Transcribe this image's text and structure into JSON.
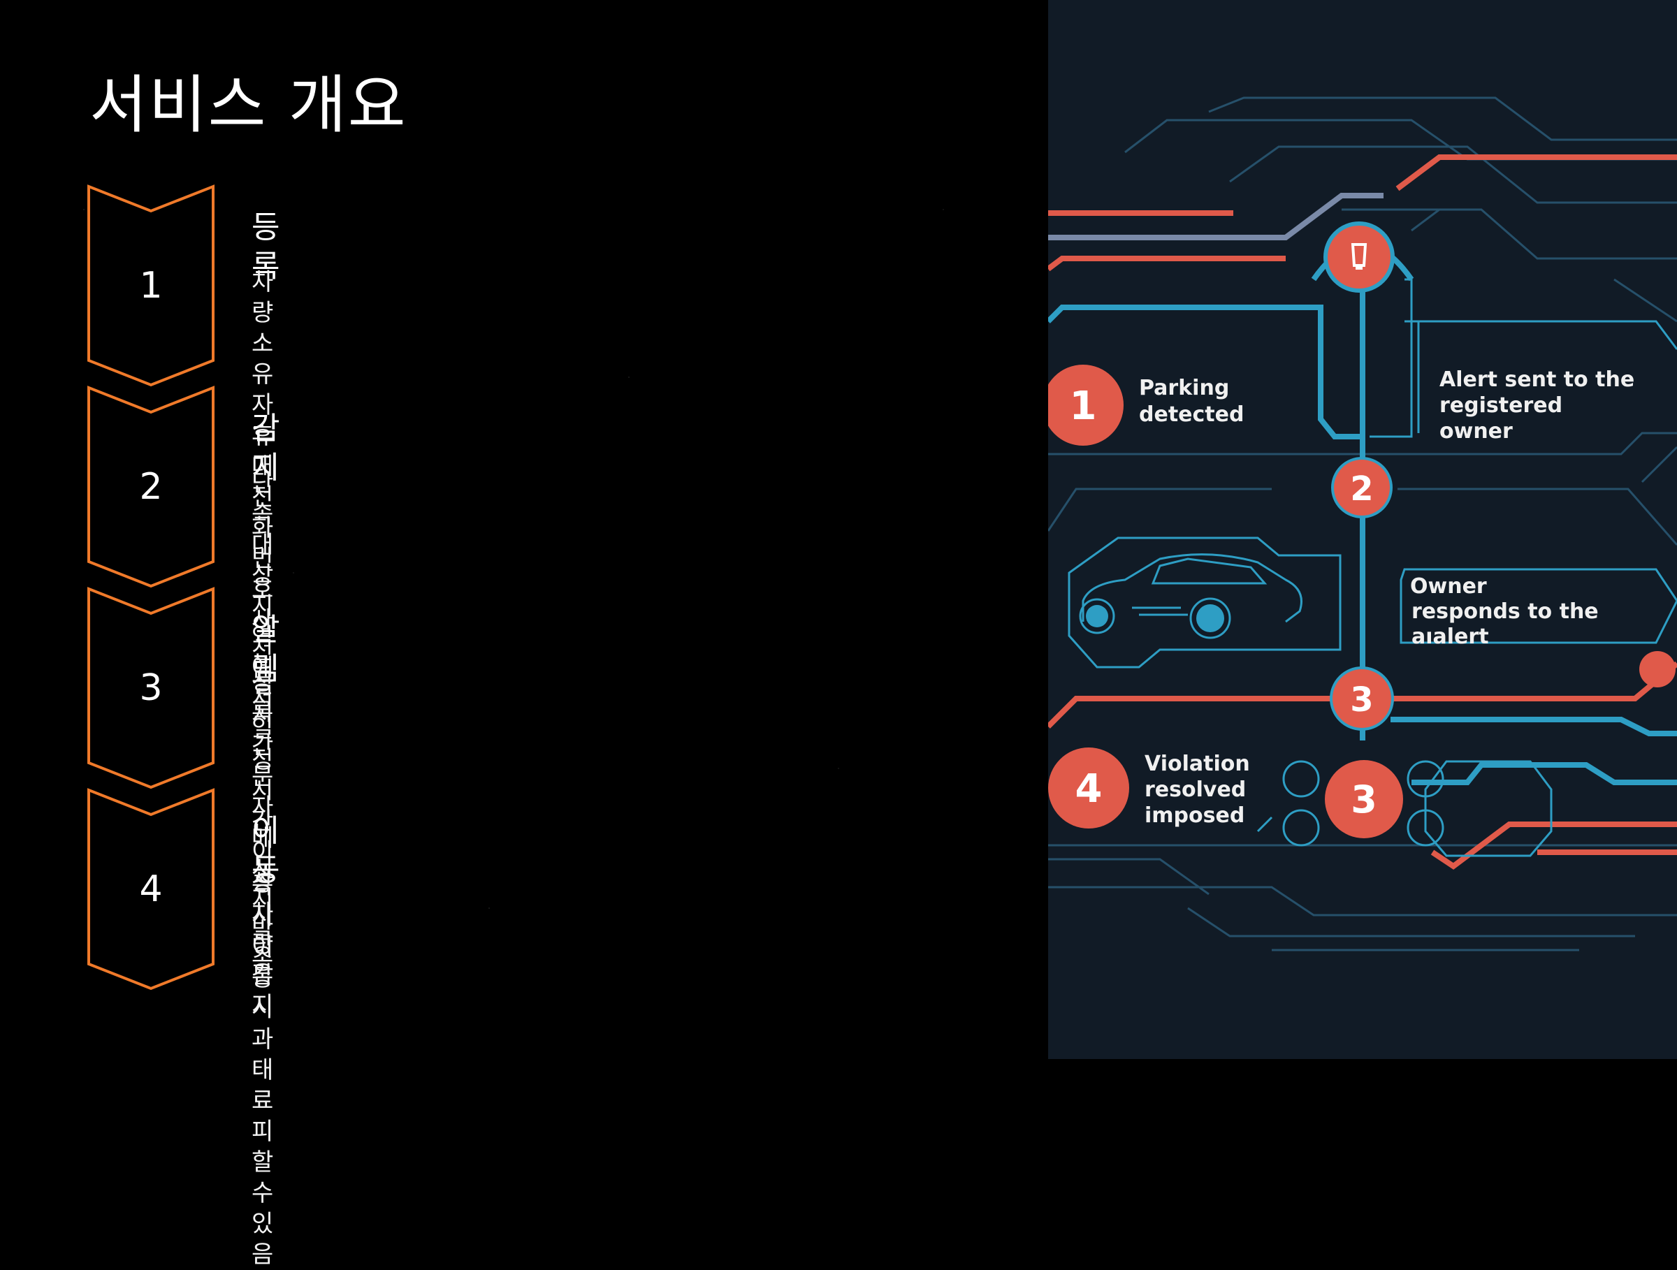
{
  "title": "서비스 개요",
  "steps": [
    {
      "num": "1",
      "title": "등록",
      "desc": "차량 소유자 휴대전화 번호 사전 등록"
    },
    {
      "num": "2",
      "title": "감지",
      "desc": "단속 대상 지역에서 일정 시간 이상 차량 감지"
    },
    {
      "num": "3",
      "title": "알림",
      "desc": "실시간 문자 메시지 발송"
    },
    {
      "num": "4",
      "title": "이동",
      "desc": "즉시 이동 시 과태료 피할 수 있음"
    }
  ],
  "illustration": {
    "labels": {
      "parking": [
        "Parking",
        "detected"
      ],
      "alert": [
        "Alert sent to the",
        "registered",
        "owner"
      ],
      "owner": [
        "Owner",
        "responds to the aıalert"
      ],
      "violation": [
        "Violation",
        "resolved",
        "imposed"
      ]
    },
    "nodes": [
      "1",
      "2",
      "3",
      "4",
      "3"
    ],
    "colors": {
      "accent": "#e05a4a",
      "teal": "#2e9ec4",
      "chevron": "#f07a2a",
      "bg": "#111b26"
    }
  }
}
